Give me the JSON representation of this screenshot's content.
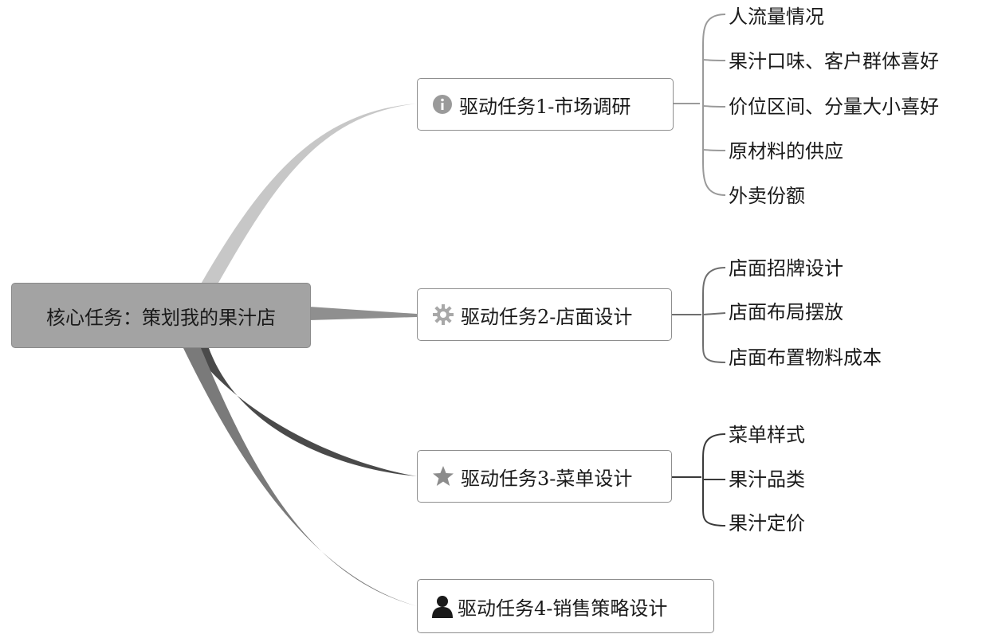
{
  "center": {
    "label": "核心任务：策划我的果汁店"
  },
  "branches": [
    {
      "label": "驱动任务1-市场调研",
      "icon": "info-icon",
      "leaves": [
        "人流量情况",
        "果汁口味、客户群体喜好",
        "价位区间、分量大小喜好",
        "原材料的供应",
        "外卖份额"
      ]
    },
    {
      "label": "驱动任务2-店面设计",
      "icon": "gear-icon",
      "leaves": [
        "店面招牌设计",
        "店面布局摆放",
        "店面布置物料成本"
      ]
    },
    {
      "label": "驱动任务3-菜单设计",
      "icon": "star-icon",
      "leaves": [
        "菜单样式",
        "果汁品类",
        "果汁定价"
      ]
    },
    {
      "label": "驱动任务4-销售策略设计",
      "icon": "person-icon",
      "leaves": []
    }
  ]
}
